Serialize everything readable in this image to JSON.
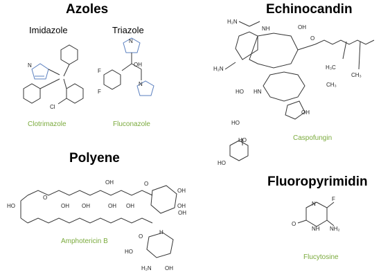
{
  "colors": {
    "drug_name": "#7aaa3c",
    "nitrogen_highlight": "#5a7fbf",
    "bond": "#333333"
  },
  "azoles": {
    "title": "Azoles",
    "imidazole_label": "Imidazole",
    "triazole_label": "Triazole",
    "drugs": {
      "clotrimazole": "Clotrimazole",
      "fluconazole": "Fluconazole"
    }
  },
  "echinocandin": {
    "title": "Echinocandin",
    "drug": "Caspofungin"
  },
  "polyene": {
    "title": "Polyene",
    "drug": "Amphotericin B"
  },
  "fluoropyrimidin": {
    "title": "Fluoropyrimidin",
    "drug": "Flucytosine"
  },
  "atoms": {
    "n": "N",
    "nh": "NH",
    "hn": "HN",
    "oh": "OH",
    "ho": "HO",
    "o": "O",
    "cl": "Cl",
    "f": "F",
    "h2n": "H₂N",
    "nh2": "NH₂",
    "h3c": "H₃C",
    "ch3": "CH₃",
    "h": "H"
  }
}
